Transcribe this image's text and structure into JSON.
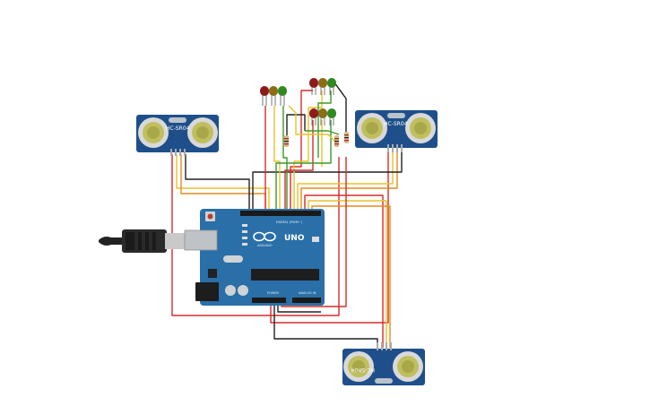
{
  "sensors": [
    {
      "id": "left",
      "label": "HC-SR04"
    },
    {
      "id": "right",
      "label": "HC-SR04"
    },
    {
      "id": "bottom",
      "label": "HC-SR04"
    }
  ],
  "board": {
    "model": "UNO",
    "brand": "ARDUINO",
    "digital_header": "DIGITAL (PWM~)",
    "power_header": "POWER",
    "analog_header": "ANALOG IN"
  },
  "leds": [
    {
      "color": "red",
      "hex": "#8e1b1b"
    },
    {
      "color": "yellow",
      "hex": "#8a6d14"
    },
    {
      "color": "green",
      "hex": "#2f8a22"
    }
  ],
  "wire_colors": {
    "red": "#d62b2b",
    "yellow": "#e8c22a",
    "orange": "#e58b1e",
    "green": "#3a9a2a",
    "black": "#222222",
    "dark_red": "#a52020"
  },
  "board_color": "#2a6fa8",
  "sensor_color": "#1f4f8a"
}
